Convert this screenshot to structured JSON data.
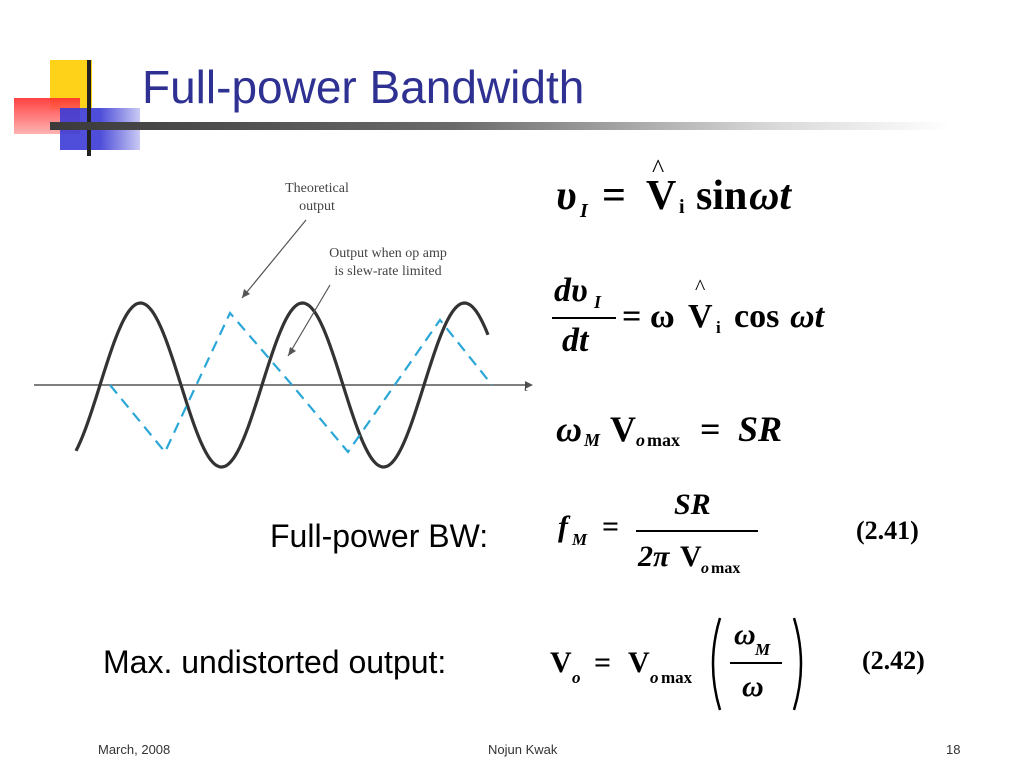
{
  "slide": {
    "title": "Full-power Bandwidth",
    "footer_left": "March, 2008",
    "footer_center": "Nojun Kwak",
    "footer_right": "18"
  },
  "figure": {
    "annotation_theoretical": [
      "Theoretical",
      "output"
    ],
    "annotation_slew": [
      "Output when op amp",
      "is slew-rate limited"
    ],
    "axis_label": "t",
    "colors": {
      "theoretical": "#333333",
      "slew_limited": "#2aa7d6",
      "axis": "#555555"
    }
  },
  "equations": {
    "eq1": {
      "lhs": "υ",
      "lhs_sub": "I",
      "eq": "=",
      "hat": "^",
      "V": "V",
      "V_sub": "i",
      "fn": "sin",
      "arg": "ωt"
    },
    "eq2": {
      "num": "dυ",
      "num_sub": "I",
      "den": "dt",
      "eq": "= ω",
      "hat": "^",
      "V": "V",
      "V_sub": "i",
      "fn": "cos",
      "arg": "ωt"
    },
    "eq3": {
      "w": "ω",
      "w_sub": "M",
      "V": "V",
      "V_sub_o": "o",
      "V_sub_max": "max",
      "eq": "=",
      "rhs": "SR"
    },
    "eq241": {
      "label": "Full-power BW:",
      "f": "f",
      "f_sub": "M",
      "eq": "=",
      "num": "SR",
      "den_2pi": "2π",
      "den_V": "V",
      "den_sub_o": "o",
      "den_sub_max": "max",
      "number": "(2.41)"
    },
    "eq242": {
      "label": "Max. undistorted output:",
      "V": "V",
      "V_sub": "o",
      "eq": "=",
      "V2": "V",
      "V2_sub_o": "o",
      "V2_sub_max": "max",
      "num": "ω",
      "num_sub": "M",
      "den": "ω",
      "number": "(2.42)"
    }
  }
}
